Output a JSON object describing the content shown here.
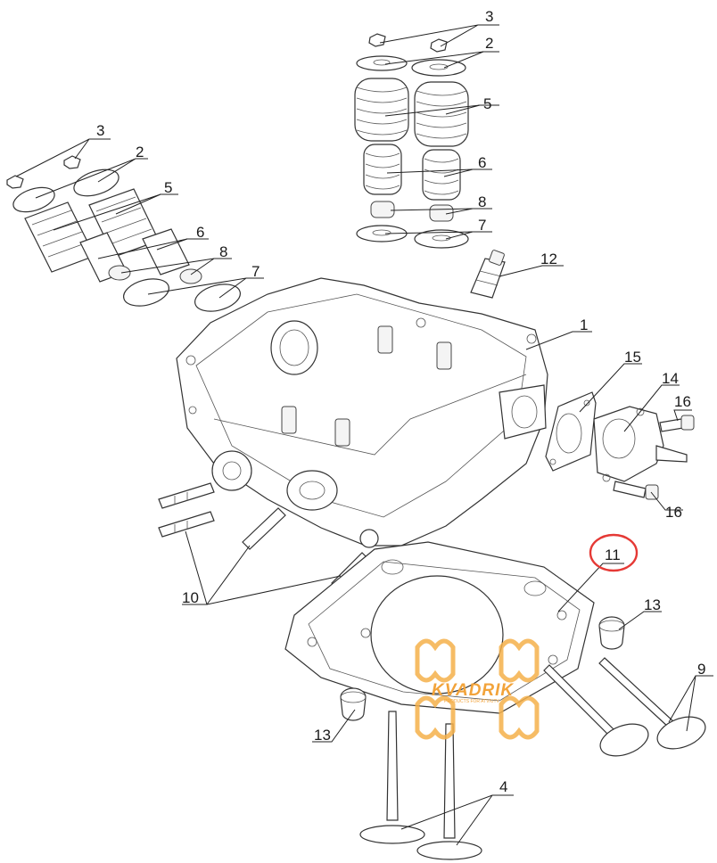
{
  "diagram": {
    "part_numbers": [
      "1",
      "2",
      "2",
      "3",
      "3",
      "4",
      "5",
      "5",
      "6",
      "6",
      "7",
      "7",
      "8",
      "8",
      "9",
      "10",
      "11",
      "12",
      "13",
      "13",
      "14",
      "15",
      "16",
      "16"
    ],
    "highlighted_part": "11",
    "highlight_color": "#e53935",
    "line_color": "#222222",
    "watermark": {
      "brand": "KVADRIK",
      "tagline": "PRODUCTS FOR ATV/UTV",
      "color": "#f2a33a"
    }
  }
}
